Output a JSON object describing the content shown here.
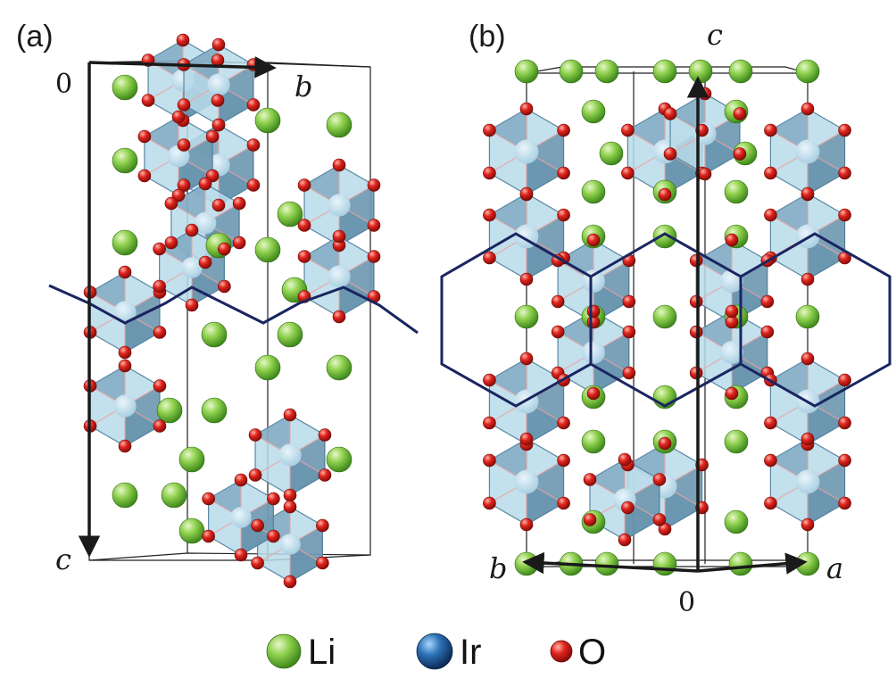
{
  "panels": {
    "a": {
      "label": "(a)",
      "origin": "0",
      "axis_b": "b",
      "axis_c": "c"
    },
    "b": {
      "label": "(b)",
      "origin": "0",
      "axis_a": "a",
      "axis_b": "b",
      "axis_c": "c"
    }
  },
  "legend": [
    {
      "label": "Li",
      "color": "#7cc242"
    },
    {
      "label": "Ir",
      "color": "#1f5f9a"
    },
    {
      "label": "O",
      "color": "#d7191c"
    }
  ],
  "colors": {
    "octahedron_light": "#a9d2e4",
    "octahedron_dark": "#4a7a98",
    "honeycomb_line": "#1a2560",
    "cell_line": "#222222",
    "axis_arrow": "#1a1a1a"
  }
}
